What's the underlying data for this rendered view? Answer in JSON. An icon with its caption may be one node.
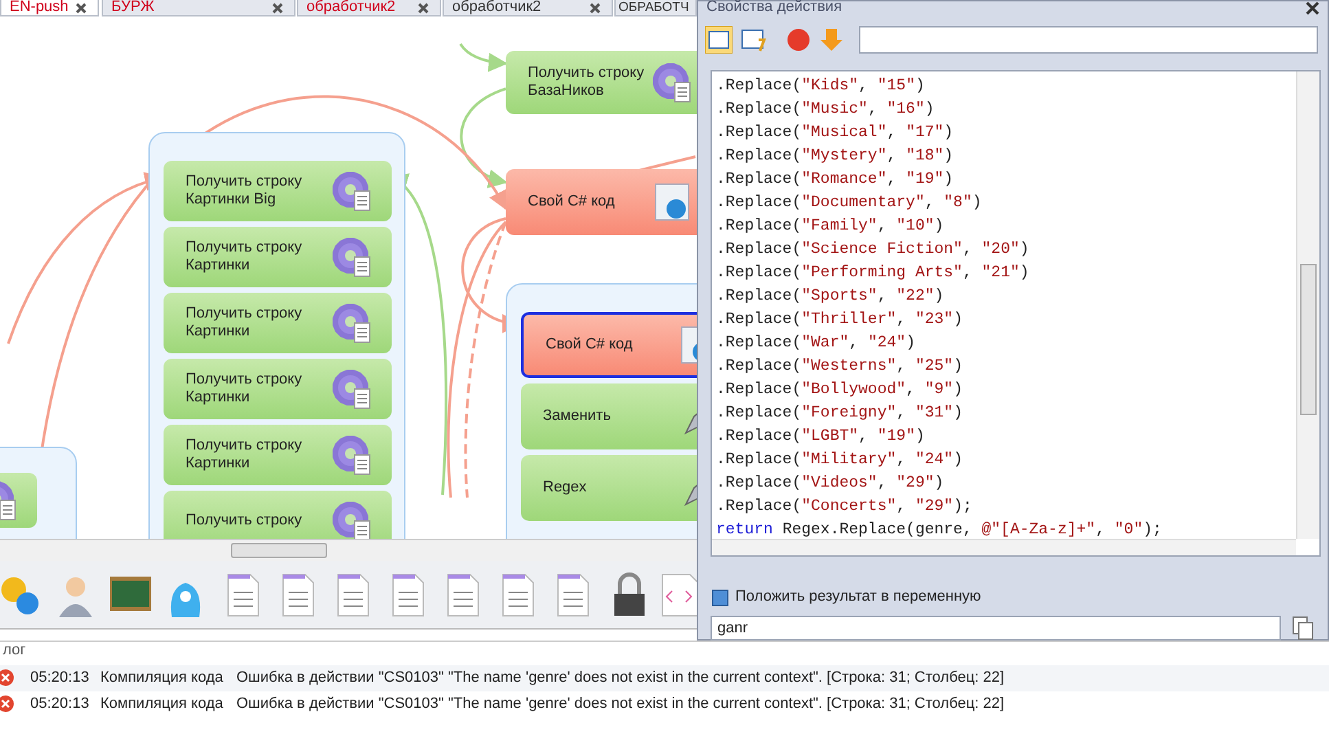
{
  "diagram": {
    "nodes": [
      {
        "text": [
          "Получить строку БазаНиков"
        ]
      },
      {
        "text": [
          "Свой C# код"
        ]
      },
      {
        "text": [],
        "shape": "box"
      },
      {
        "text": [
          "Получить строку Картинки Big"
        ],
        "in": 2
      },
      {
        "text": [
          "Получить строку Картинки"
        ],
        "in": 2
      },
      {
        "text": [
          "Получить строку Картинки"
        ],
        "in": 2
      },
      {
        "text": [
          "Получить строку Картинки"
        ],
        "in": 2
      },
      {
        "text": [
          "Получить строку Картинки"
        ],
        "in": 2
      },
      {
        "text": [
          "Получить строку"
        ],
        "in": 2
      },
      {
        "text": [],
        "shape": "box"
      },
      {
        "text": [
          "Свой C# код"
        ],
        "in": 9
      },
      {
        "text": [
          "Заменить"
        ],
        "in": 9
      },
      {
        "text": [
          "Regex"
        ],
        "in": 9
      },
      {
        "text": [],
        "shape": "box"
      },
      {
        "text": [],
        "shape": "box",
        "in": 13
      }
    ],
    "edges": [
      {
        "from": null,
        "to": 0,
        "arrow": "to",
        "color": "#a6d98a"
      },
      {
        "from": 0,
        "to": 1,
        "arrow": "to",
        "color": "#a6d98a"
      },
      {
        "from": null,
        "to": 3,
        "arrow": "to"
      },
      {
        "from": null,
        "to": 3,
        "arrow": "to",
        "color": "#a6d98a"
      },
      {
        "from": 14,
        "to": 1,
        "arrow": "to"
      },
      {
        "from": null,
        "to": 1,
        "arrow": "none"
      },
      {
        "from": 1,
        "to": 10,
        "arrow": "to"
      },
      {
        "from": 1,
        "to": null,
        "arrow": "none",
        "style": "dashed"
      },
      {
        "from": 1,
        "to": null,
        "arrow": "none"
      }
    ],
    "labels": [
      "EN-push",
      "БУРЖ",
      "обработчик2",
      "обработчик2",
      "ОБРАБОТЧ",
      "Свойства действия",
      ".Replace(\"Kids\", \"15\")",
      ".Replace(\"Music\", \"16\")",
      ".Replace(\"Musical\", \"17\")",
      ".Replace(\"Mystery\", \"18\")",
      ".Replace(\"Romance\", \"19\")",
      ".Replace(\"Documentary\", \"8\")",
      ".Replace(\"Family\", \"10\")",
      ".Replace(\"Science Fiction\", \"20\")",
      ".Replace(\"Performing Arts\", \"21\")",
      ".Replace(\"Sports\", \"22\")",
      ".Replace(\"Thriller\", \"23\")",
      ".Replace(\"War\", \"24\")",
      ".Replace(\"Westerns\", \"25\")",
      ".Replace(\"Bollywood\", \"9\")",
      ".Replace(\"Foreigny\", \"31\")",
      ".Replace(\"LGBT\", \"19\")",
      ".Replace(\"Military\", \"24\")",
      ".Replace(\"Videos\", \"29\")",
      ".Replace(\"Concerts\", \"29\");",
      "return Regex.Replace(genre, @\"[A-Za-z]+\", \"0\");",
      "Положить результат в переменную",
      "ganr",
      "лог",
      "05:20:13",
      "Компиляция кода",
      "Ошибка в действии \"CS0103\" \"The name 'genre' does not exist in the current context\". [Строка: 31; Столбец: 22]",
      "05:20:13",
      "Компиляция кода",
      "Ошибка в действии \"CS0103\" \"The name 'genre' does not exist in the current context\". [Строка: 31; Столбец: 22]"
    ]
  }
}
